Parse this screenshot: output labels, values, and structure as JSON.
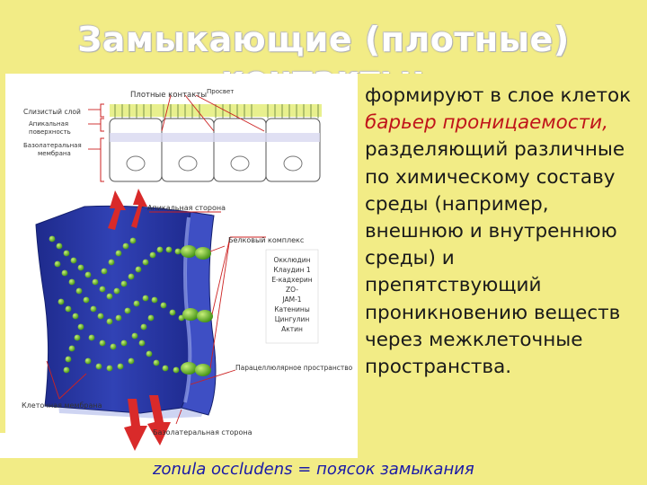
{
  "title": "Замыкающие (плотные) контакты:",
  "body": {
    "before": "формируют в слое клеток ",
    "highlight": "барьер проницаемости,",
    "after": " разделяющий различные по химическому составу среды (например, внешнюю и внутреннюю среды) и препятствующий проникновению веществ через межклеточные пространства."
  },
  "caption": "zonula occludens = поясок замыкания",
  "figure": {
    "top_labels": {
      "tight_contacts": "Плотные контакты",
      "lumen": "Просвет",
      "mucous_layer": "Слизистый слой",
      "apical_surface_1": "Апикальная",
      "apical_surface_2": "поверхность",
      "basolateral_membrane_1": "Базолатеральная",
      "basolateral_membrane_2": "мембрана"
    },
    "bottom_labels": {
      "apical_side": "Апикальная сторона",
      "protein_complex": "Белковый комплекс",
      "proteins": [
        "Окклюдин",
        "Клаудин 1",
        "Е-кадхерин",
        "ZO-",
        "JAM-1",
        "Катенины",
        "Цингулин",
        "Актин"
      ],
      "paracellular_space": "Парацеллюлярное пространство",
      "cell_membrane": "Клеточная мембрана",
      "basolateral_side": "Базолатеральная сторона"
    },
    "colors": {
      "membrane": "#2b3aa3",
      "membrane_light": "#5667d6",
      "bead": "#6bbd28",
      "arrow": "#d92a2a",
      "label_line": "#cc2222",
      "microvilli": "#e3ec86"
    }
  }
}
